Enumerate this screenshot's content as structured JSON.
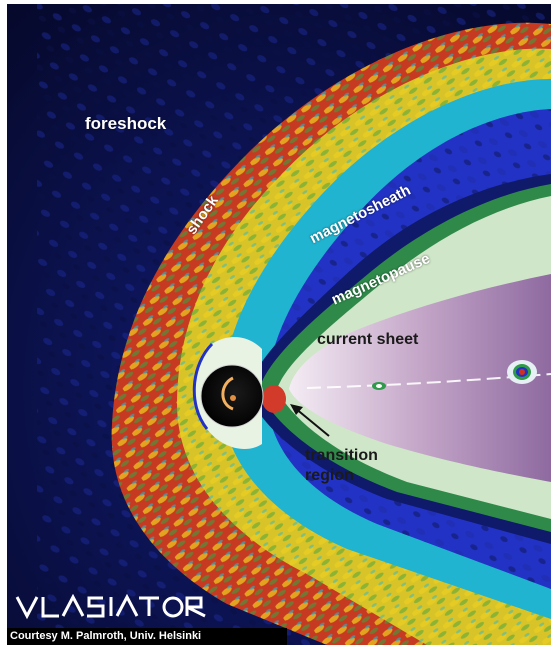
{
  "labels": {
    "foreshock": "foreshock",
    "shock": "shock",
    "magnetosheath": "magnetosheath",
    "magnetopause": "magnetopause",
    "current_sheet": "current sheet",
    "transition_line1": "transition",
    "transition_line2": "region"
  },
  "logo_text": "VLASIATOR",
  "credit": "Courtesy M. Palmroth, Univ. Helsinki",
  "colors": {
    "background": "#06092e",
    "solar_wind": "#0d1660",
    "shock_red": "#d03020",
    "shock_yellow": "#e8d020",
    "sheath_cyan": "#20c8d8",
    "sheath_blue": "#2030c8",
    "magnetosphere_green": "#cfe8c8",
    "tail_purple": "#a080b0"
  }
}
